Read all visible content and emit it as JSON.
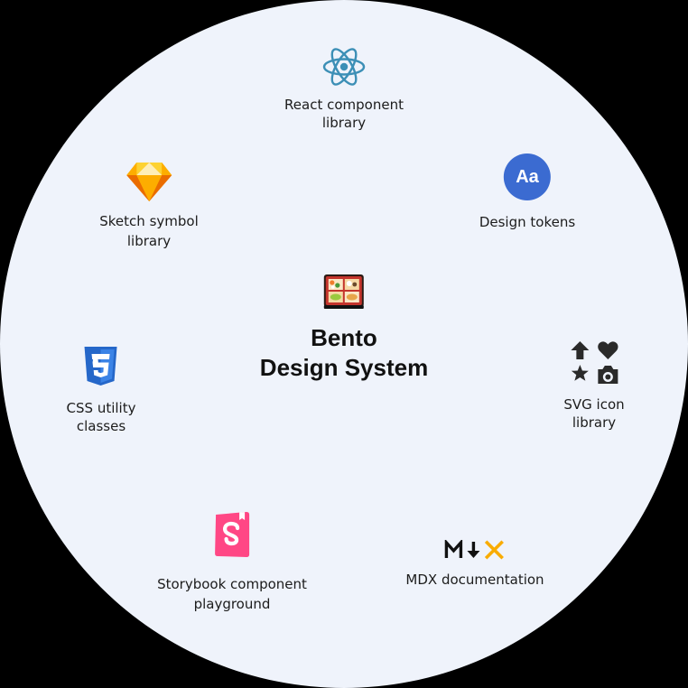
{
  "center": {
    "title": "Bento\nDesign System",
    "icon": "bento-box-icon"
  },
  "features": {
    "react": {
      "label": "React component\nlibrary",
      "icon": "react-icon",
      "color": "#3c8fb6"
    },
    "sketch": {
      "label": "Sketch symbol\nlibrary",
      "icon": "sketch-diamond-icon",
      "color": "#f7a823"
    },
    "tokens": {
      "label": "Design tokens",
      "icon": "aa-badge-icon",
      "badge_text": "Aa",
      "color": "#3b6bd1"
    },
    "css": {
      "label": "CSS utility\nclasses",
      "icon": "css3-icon",
      "color": "#2567c9"
    },
    "svg": {
      "label": "SVG icon\nlibrary",
      "icon": "icon-grid-icon",
      "color": "#2a2a2a"
    },
    "storybook": {
      "label": "Storybook component\nplayground",
      "icon": "storybook-icon",
      "color": "#ff4785"
    },
    "mdx": {
      "label": "MDX documentation",
      "icon": "mdx-icon",
      "color": "#f9ac00"
    }
  },
  "colors": {
    "circle_bg": "#eff3fb",
    "page_bg": "#000000",
    "text": "#1c1c1c"
  }
}
